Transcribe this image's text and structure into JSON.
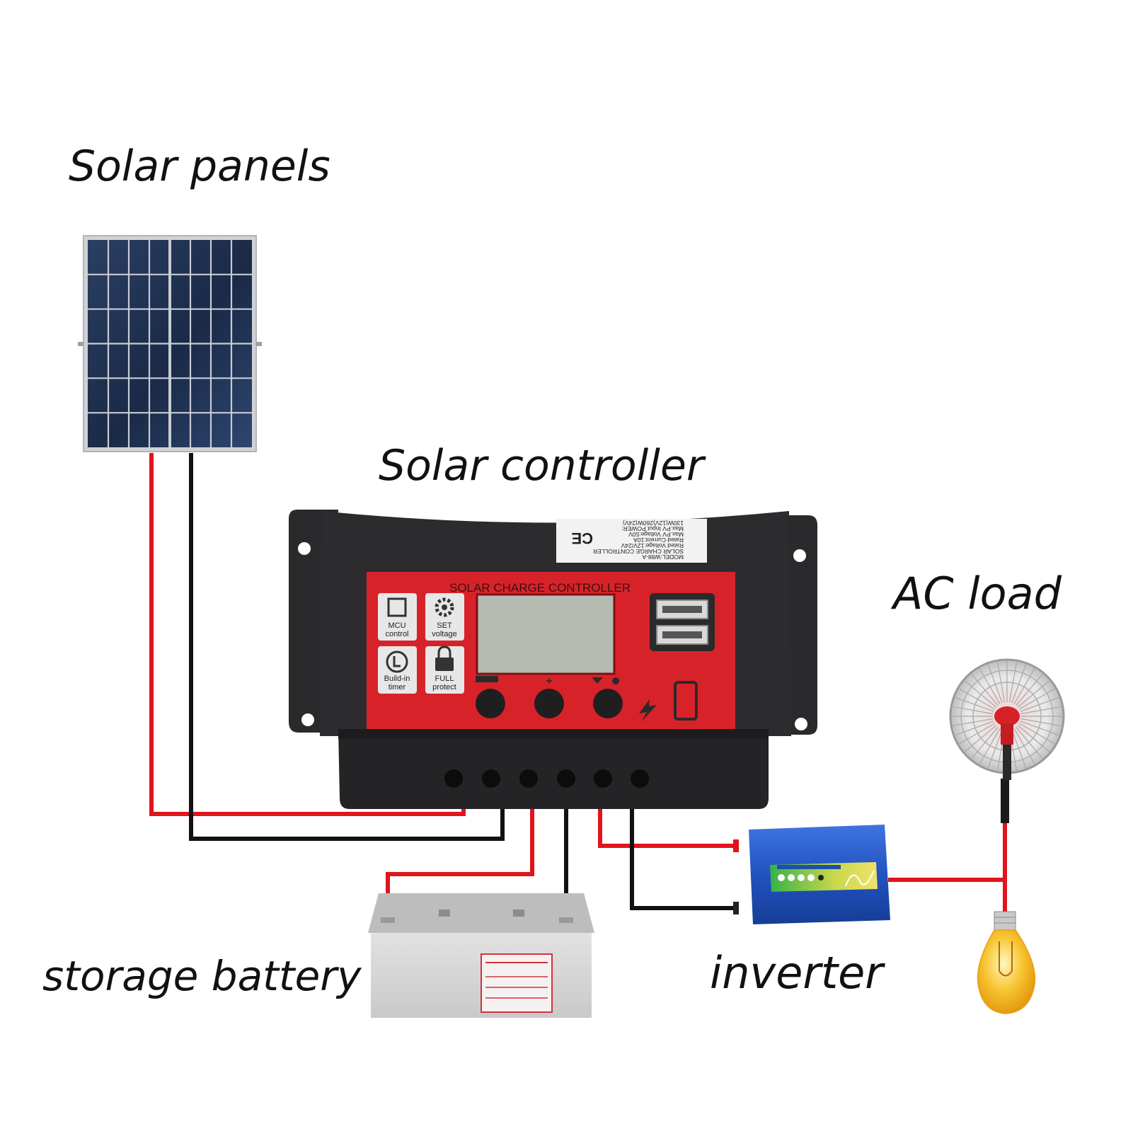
{
  "labels": {
    "solar_panels": "Solar panels",
    "solar_controller": "Solar controller",
    "ac_load": "AC load",
    "storage_battery": "storage battery",
    "inverter": "inverter"
  },
  "controller": {
    "face_title": "SOLAR CHARGE CONTROLLER",
    "features": [
      {
        "icon": "chip-icon",
        "line1": "MCU",
        "line2": "control"
      },
      {
        "icon": "gear-icon",
        "line1": "SET",
        "line2": "voltage"
      },
      {
        "icon": "clock-icon",
        "line1": "Build-in",
        "line2": "timer"
      },
      {
        "icon": "lock-icon",
        "line1": "FULL",
        "line2": "protect"
      }
    ],
    "spec_label": {
      "lines": [
        "MODEL:W88-A",
        "SOLAR CHARGE CONTROLLER",
        "Rated Voltage:12V/24V",
        "Rated Current:10A",
        "Max.PV Voltage:50V",
        "Max.PV Input POWER:",
        "130W(12V)260W(24V)"
      ],
      "mark": "CE"
    }
  },
  "colors": {
    "wire_positive": "#e0141b",
    "wire_negative": "#111111",
    "controller_body": "#2b2b2d",
    "controller_face": "#d8222a",
    "inverter_body": "#2456c9",
    "battery_body": "#d4d4d4"
  }
}
